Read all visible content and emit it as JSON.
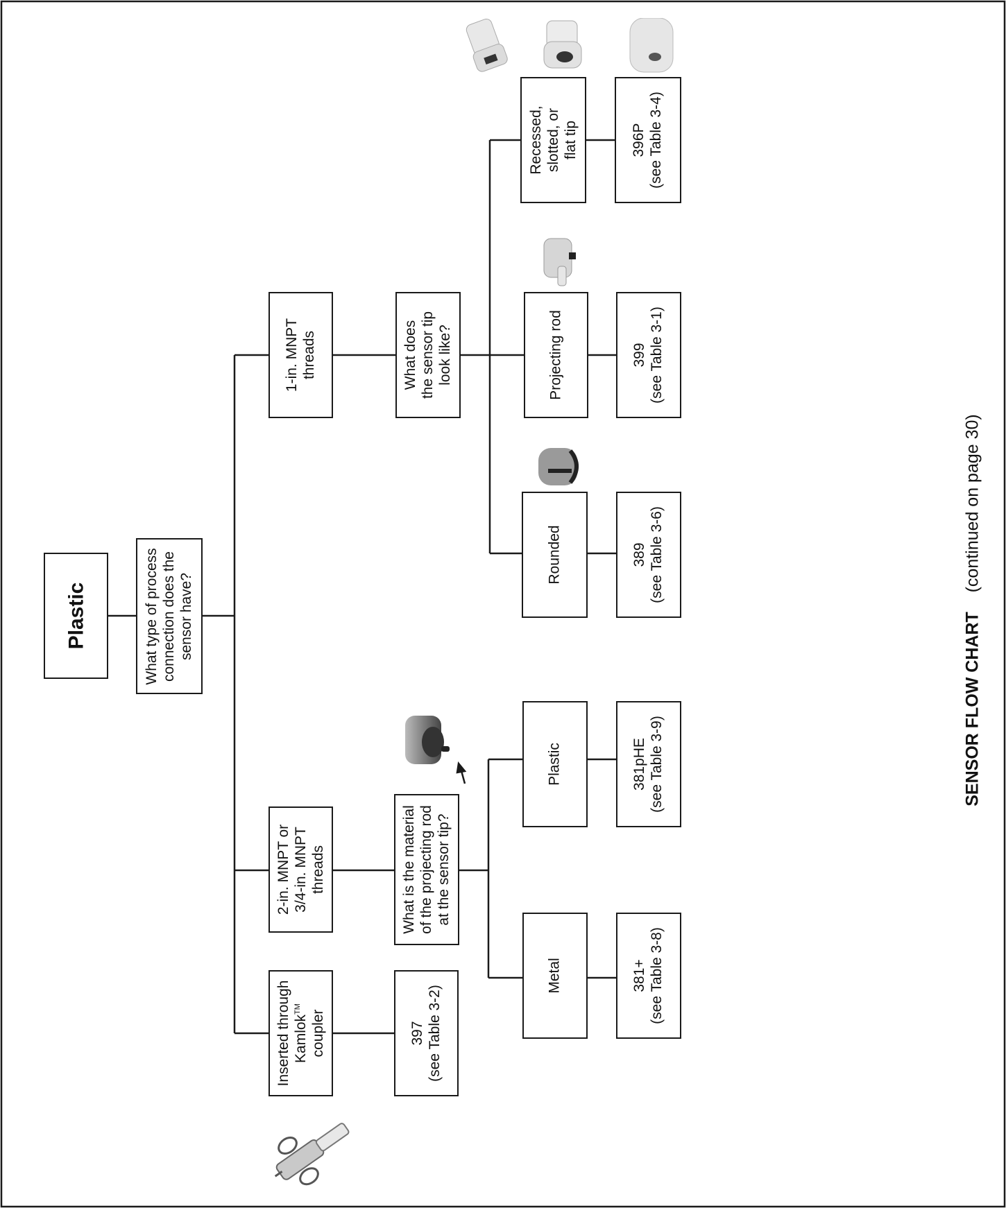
{
  "root": "Plastic",
  "question_connection": [
    "What type of process",
    "connection does the",
    "sensor have?"
  ],
  "branch_kamlok": {
    "line1": "Inserted through",
    "line2_text": "Kamlok",
    "line2_tm": "TM",
    "line3": "coupler"
  },
  "result_397": [
    "397",
    "(see Table 3-2)"
  ],
  "branch_2in": [
    "2-in. MNPT or",
    "3/4-in. MNPT",
    "threads"
  ],
  "question_material": [
    "What is the material",
    "of the projecting rod",
    "at the sensor tip?"
  ],
  "opt_metal": [
    "Metal"
  ],
  "result_381plus": [
    "381+",
    "(see Table 3-8)"
  ],
  "opt_plastic": [
    "Plastic"
  ],
  "result_381phe": [
    "381pHE",
    "(see Table 3-9)"
  ],
  "branch_1in": [
    "1-in. MNPT",
    "threads"
  ],
  "question_tip": [
    "What does",
    "the sensor tip",
    "look like?"
  ],
  "opt_rounded": [
    "Rounded"
  ],
  "result_389": [
    "389",
    "(see Table 3-6)"
  ],
  "opt_projecting": [
    "Projecting rod"
  ],
  "result_399": [
    "399",
    "(see Table 3-1)"
  ],
  "opt_recessed": [
    "Recessed,",
    "slotted, or",
    "flat tip"
  ],
  "result_396p": [
    "396P",
    "(see Table 3-4)"
  ],
  "caption_title": "SENSOR FLOW CHART",
  "caption_note": "(continued on page 30)"
}
